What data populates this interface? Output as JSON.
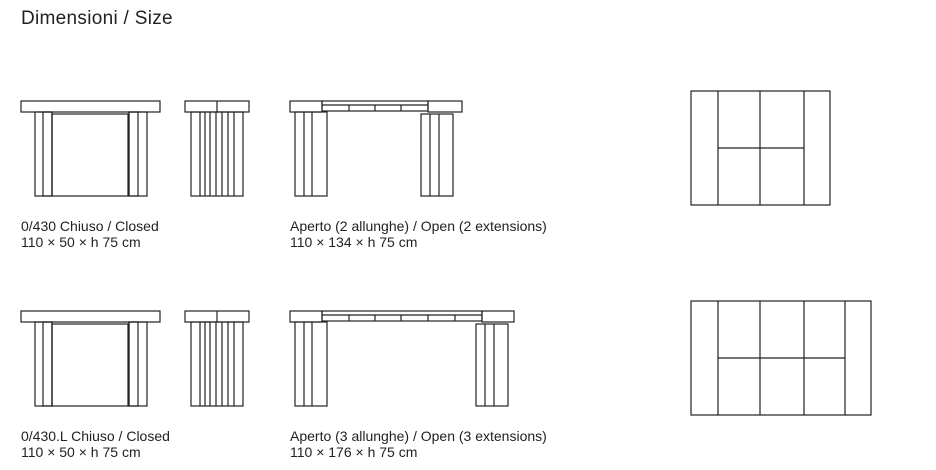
{
  "page_title": "Dimensioni / Size",
  "rows": [
    {
      "closed": {
        "label": "0/430 Chiuso / Closed",
        "dims": "110 × 50 × h 75 cm"
      },
      "open": {
        "label": "Aperto (2 allunghe) / Open (2 extensions)",
        "dims": "110 × 134 × h 75 cm"
      }
    },
    {
      "closed": {
        "label": "0/430.L Chiuso / Closed",
        "dims": "110 × 50 × h 75 cm"
      },
      "open": {
        "label": "Aperto (3 allunghe) / Open (3 extensions)",
        "dims": "110 × 176 × h 75 cm"
      }
    }
  ]
}
